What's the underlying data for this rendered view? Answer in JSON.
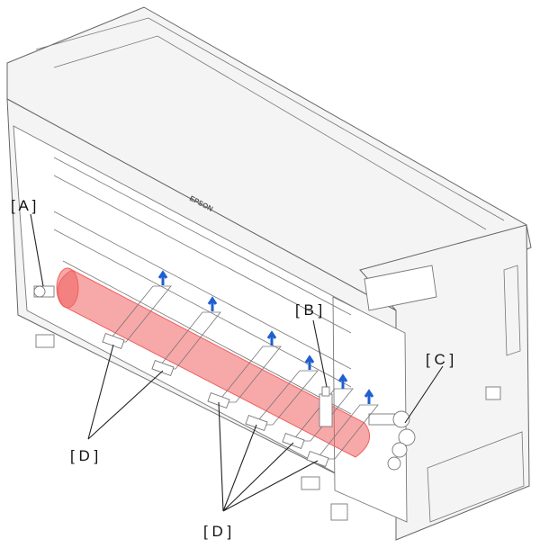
{
  "figure": {
    "brand_mark": "EPSON",
    "callouts": {
      "a": "[ A ]",
      "b": "[ B ]",
      "c": "[ C ]",
      "d_left": "[ D ]",
      "d_bottom": "[ D ]"
    },
    "colors": {
      "roll_fill": "#f06060",
      "roll_fill_opacity": 0.55,
      "arrow": "#1f5fd0",
      "outline": "#555555"
    }
  }
}
